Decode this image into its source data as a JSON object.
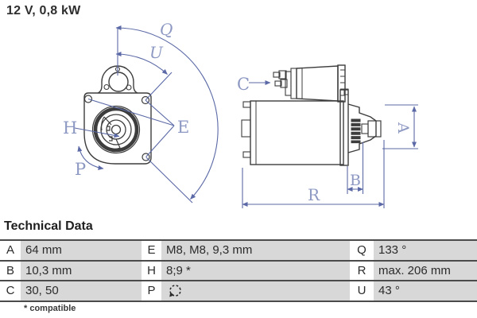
{
  "title": "12 V, 0,8 kW",
  "diagram": {
    "front_labels": {
      "q": "Q",
      "u": "U",
      "e": "E",
      "h": "H",
      "p": "P"
    },
    "side_labels": {
      "c": "C",
      "a": "A",
      "b": "B",
      "r": "R"
    }
  },
  "technical_data": {
    "heading": "Technical Data",
    "rows": [
      [
        {
          "key": "A",
          "value": "64 mm"
        },
        {
          "key": "E",
          "value": "M8, M8, 9,3 mm"
        },
        {
          "key": "Q",
          "value": "133 °"
        }
      ],
      [
        {
          "key": "B",
          "value": "10,3 mm"
        },
        {
          "key": "H",
          "value": "8;9 *"
        },
        {
          "key": "R",
          "value": "max. 206 mm"
        }
      ],
      [
        {
          "key": "C",
          "value": "30, 50"
        },
        {
          "key": "P",
          "value": "",
          "icon": "rotation-direction-ccw-icon"
        },
        {
          "key": "U",
          "value": "43 °"
        }
      ]
    ],
    "footnote": "* compatible"
  },
  "colors": {
    "drawing_dark": "#3d3d3d",
    "dimension_blue": "#5b69a6",
    "label_blue": "#8d99c3",
    "table_border": "#4b4b4b",
    "value_cell_gray": "#d8d8d8"
  }
}
